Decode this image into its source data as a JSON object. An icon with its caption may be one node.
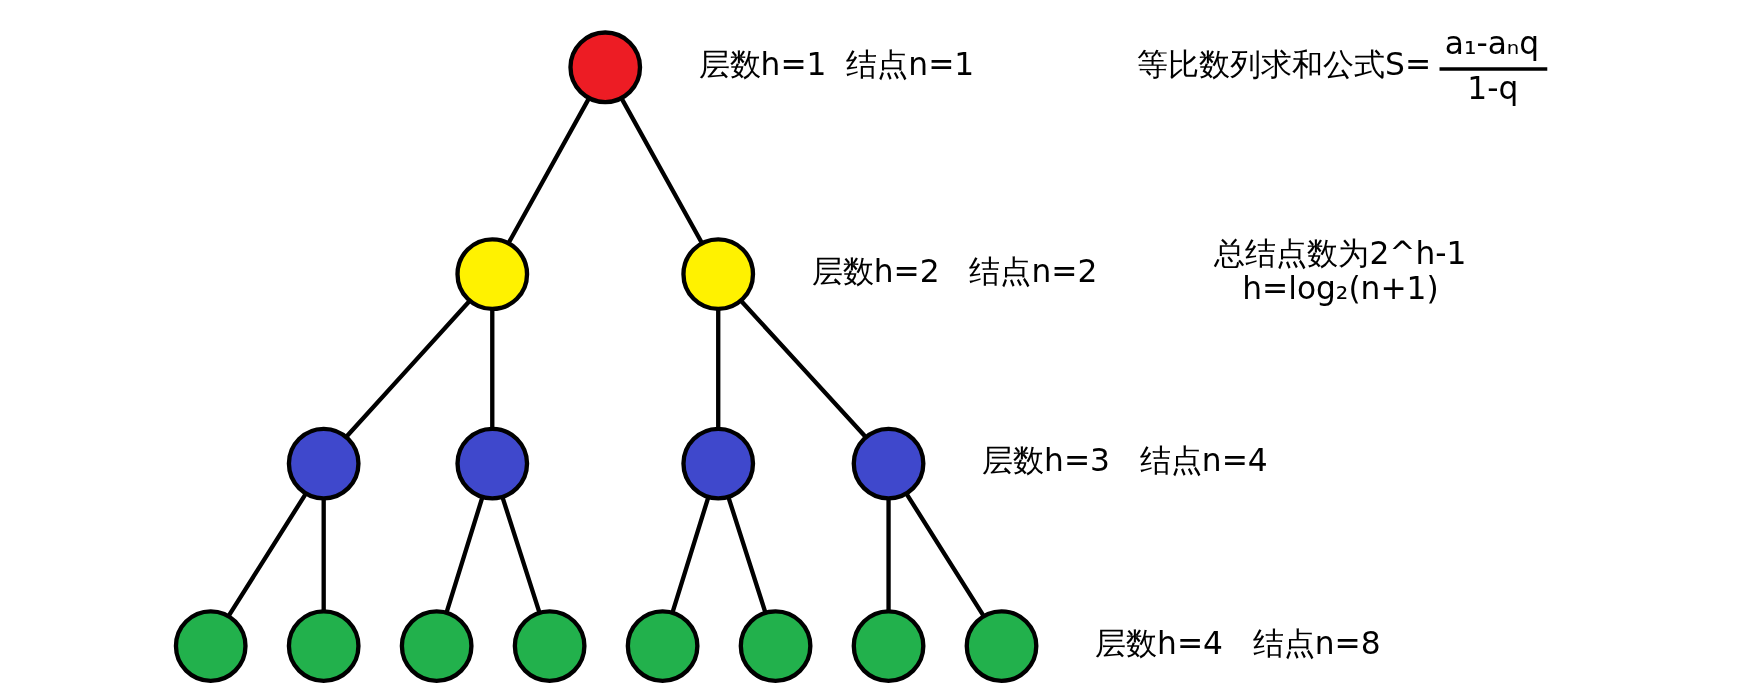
{
  "diagram": {
    "nodes": [
      {
        "text": [],
        "shape": "circle",
        "beside": [
          "层数h=1  结点n=1"
        ]
      },
      {
        "text": [],
        "shape": "circle"
      },
      {
        "text": [],
        "shape": "circle",
        "beside": [
          "层数h=2   结点n=2"
        ]
      },
      {
        "text": [],
        "shape": "circle"
      },
      {
        "text": [],
        "shape": "circle"
      },
      {
        "text": [],
        "shape": "circle"
      },
      {
        "text": [],
        "shape": "circle",
        "beside": [
          "层数h=3   结点n=4"
        ]
      },
      {
        "text": [],
        "shape": "circle"
      },
      {
        "text": [],
        "shape": "circle"
      },
      {
        "text": [],
        "shape": "circle"
      },
      {
        "text": [],
        "shape": "circle"
      },
      {
        "text": [],
        "shape": "circle"
      },
      {
        "text": [],
        "shape": "circle"
      },
      {
        "text": [],
        "shape": "circle"
      },
      {
        "text": [],
        "shape": "circle",
        "beside": [
          "层数h=4   结点n=8"
        ]
      }
    ],
    "edges": [
      {
        "from": 0,
        "to": 1,
        "arrow": "none"
      },
      {
        "from": 0,
        "to": 2,
        "arrow": "none"
      },
      {
        "from": 1,
        "to": 3,
        "arrow": "none"
      },
      {
        "from": 1,
        "to": 4,
        "arrow": "none"
      },
      {
        "from": 2,
        "to": 5,
        "arrow": "none"
      },
      {
        "from": 2,
        "to": 6,
        "arrow": "none"
      },
      {
        "from": 3,
        "to": 7,
        "arrow": "none"
      },
      {
        "from": 3,
        "to": 8,
        "arrow": "none"
      },
      {
        "from": 4,
        "to": 9,
        "arrow": "none"
      },
      {
        "from": 4,
        "to": 10,
        "arrow": "none"
      },
      {
        "from": 5,
        "to": 11,
        "arrow": "none"
      },
      {
        "from": 5,
        "to": 12,
        "arrow": "none"
      },
      {
        "from": 6,
        "to": 13,
        "arrow": "none"
      },
      {
        "from": 6,
        "to": 14,
        "arrow": "none"
      }
    ],
    "labels": [
      "等比数列求和公式S=",
      "a₁-aₙq",
      "1-q",
      "总结点数为2^h-1",
      "h=log₂(n+1)"
    ]
  }
}
